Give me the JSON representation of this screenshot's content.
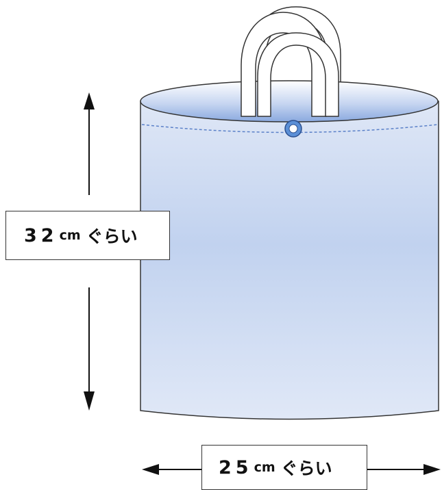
{
  "labels": {
    "height": {
      "number": "32",
      "unit": "cm",
      "suffix": "ぐらい"
    },
    "width": {
      "number": "25",
      "unit": "cm",
      "suffix": "ぐらい"
    }
  },
  "colors": {
    "bag_fill_top": "#c3d3ef",
    "bag_fill_mid": "#c1d2ef",
    "bag_fill_bottom": "#dde6f6",
    "rim_light": "#ffffff",
    "rim_blue": "#8aa9df",
    "stitch": "#5a80c8",
    "eyelet": "#5b8fd6",
    "outline": "#333333",
    "handle_fill": "#ffffff"
  }
}
